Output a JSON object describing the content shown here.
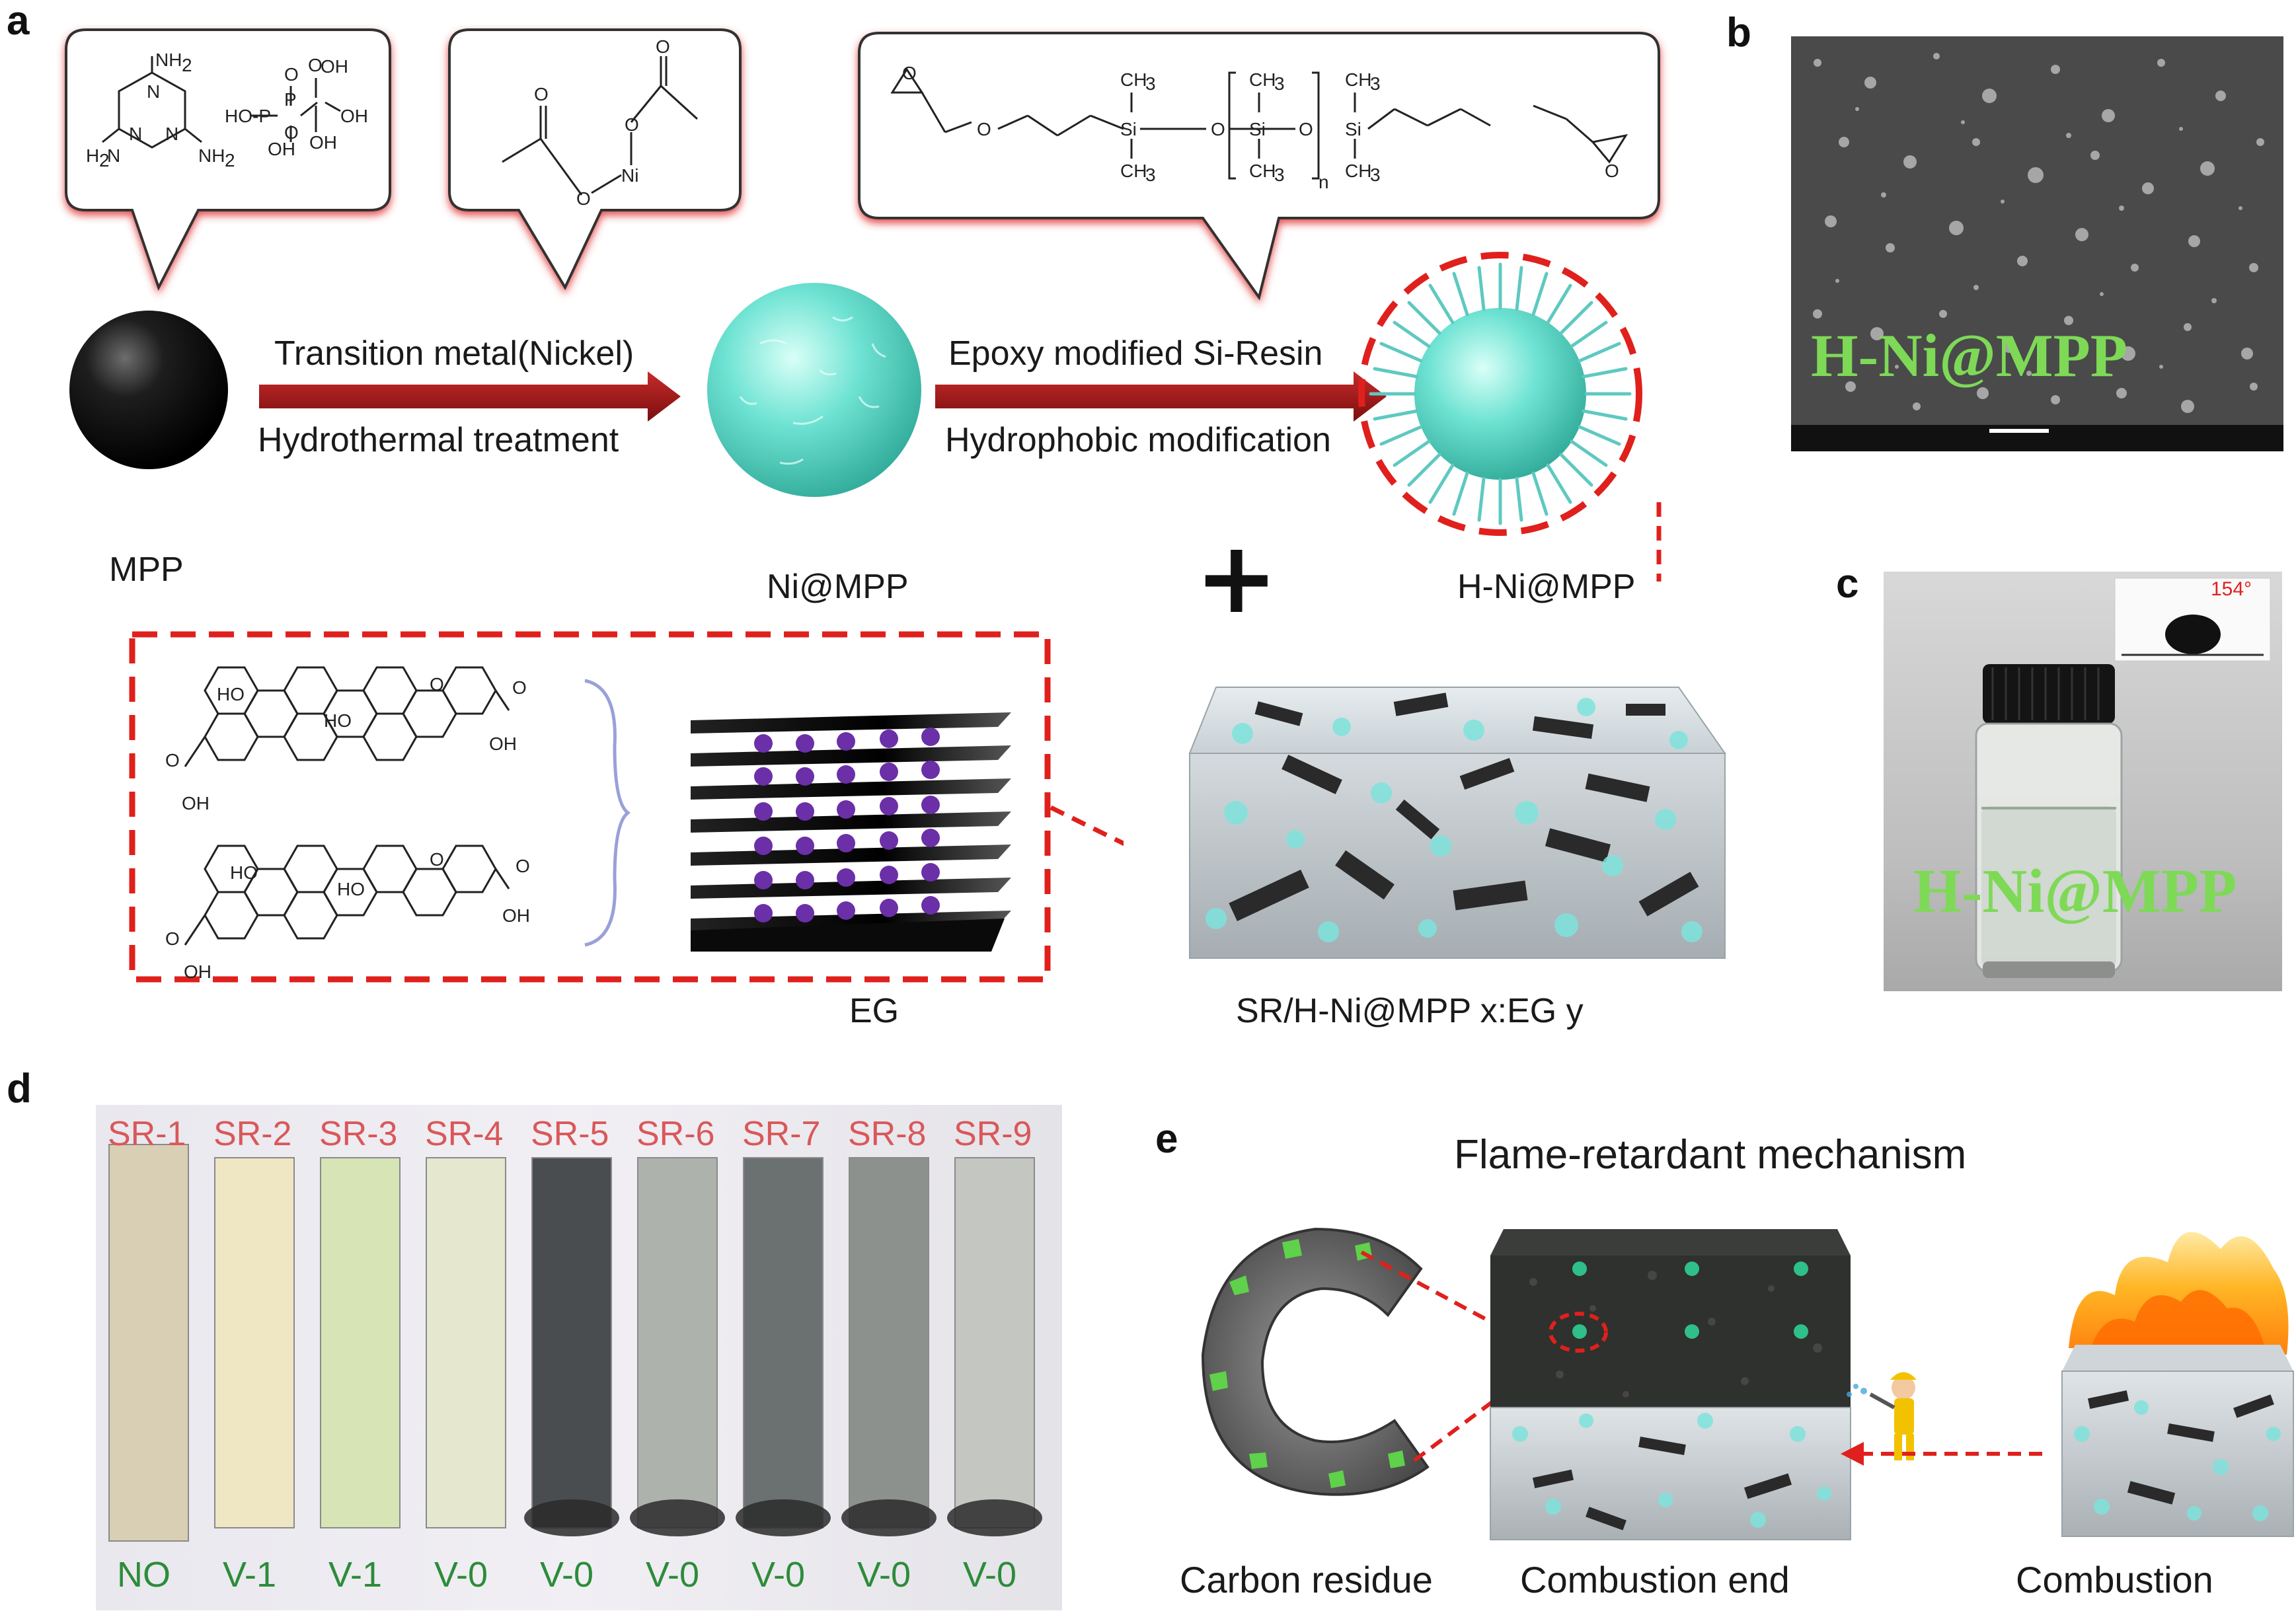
{
  "panels": {
    "a": "a",
    "b": "b",
    "c": "c",
    "d": "d",
    "e": "e"
  },
  "panel_a": {
    "arrow1_top": "Transition metal(Nickel)",
    "arrow1_bottom": "Hydrothermal treatment",
    "arrow2_top": "Epoxy modified Si-Resin",
    "arrow2_bottom": "Hydrophobic modification",
    "mpp_label": "MPP",
    "ni_mpp_label": "Ni@MPP",
    "h_ni_mpp_label": "H-Ni@MPP",
    "plus": "+",
    "eg_label": "EG",
    "composite_label": "SR/H-Ni@MPP x:EG y",
    "chem_mpp": {
      "nh2_top": "NH",
      "sub2": "2",
      "h2n": "H",
      "n2": "N",
      "nh2_right": "NH",
      "o": "O",
      "oh": "OH",
      "ho_p": "HO-P",
      "p": "P",
      "ho": "HO",
      "hbar": "OH"
    },
    "chem_ni": {
      "o": "O",
      "ni": "Ni"
    },
    "chem_si": {
      "ch3": "CH",
      "sub3": "3",
      "si": "Si",
      "o": "O",
      "n": "n"
    },
    "chem_eg": {
      "ho": "HO",
      "oh": "OH",
      "o": "O"
    }
  },
  "panel_b": {
    "overlay": "H-Ni@MPP"
  },
  "panel_c": {
    "overlay": "H-Ni@MPP",
    "contact_angle": "154°"
  },
  "panel_d": {
    "samples": [
      {
        "top": "SR-1",
        "bottom": "NO",
        "color": "#d8cfb4"
      },
      {
        "top": "SR-2",
        "bottom": "V-1",
        "color": "#efe6c4"
      },
      {
        "top": "SR-3",
        "bottom": "V-1",
        "color": "#d6e4b6"
      },
      {
        "top": "SR-4",
        "bottom": "V-0",
        "color": "#e5e7cf"
      },
      {
        "top": "SR-5",
        "bottom": "V-0",
        "color": "#4a4d4f"
      },
      {
        "top": "SR-6",
        "bottom": "V-0",
        "color": "#aeb2ad"
      },
      {
        "top": "SR-7",
        "bottom": "V-0",
        "color": "#6b7071"
      },
      {
        "top": "SR-8",
        "bottom": "V-0",
        "color": "#8d918e"
      },
      {
        "top": "SR-9",
        "bottom": "V-0",
        "color": "#c4c6c2"
      }
    ]
  },
  "panel_e": {
    "title": "Flame-retardant mechanism",
    "carbon_residue": "Carbon residue",
    "combustion_end": "Combustion end",
    "combustion": "Combustion"
  }
}
